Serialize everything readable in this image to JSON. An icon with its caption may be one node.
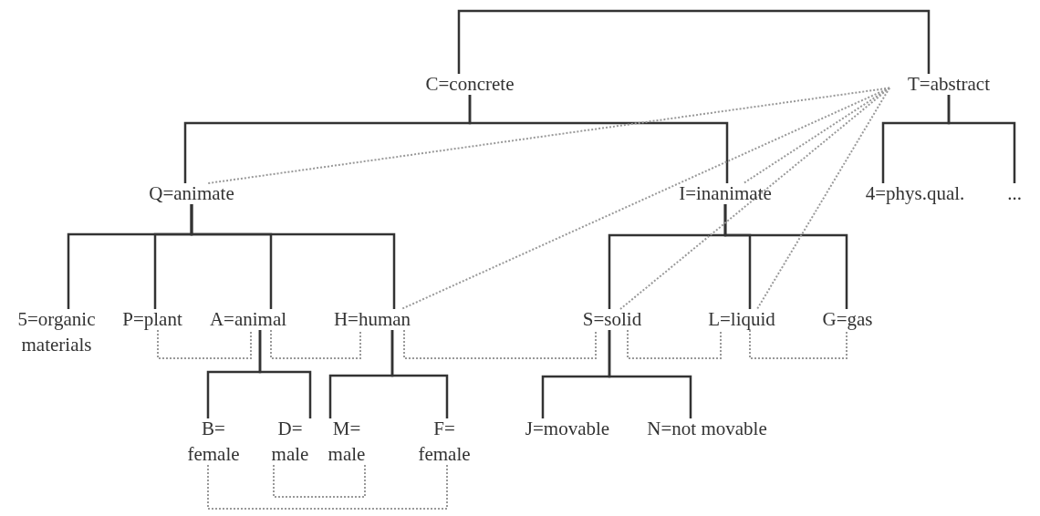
{
  "diagram": {
    "nodes": [
      {
        "text": [
          "C=concrete"
        ]
      },
      {
        "text": [
          "T=abstract"
        ]
      },
      {
        "text": [
          "Q=animate"
        ]
      },
      {
        "text": [
          "I=inanimate"
        ]
      },
      {
        "text": [
          "4=phys.qual."
        ]
      },
      {
        "text": [
          "..."
        ]
      },
      {
        "text": [
          "5=organic materials"
        ]
      },
      {
        "text": [
          "P=plant"
        ]
      },
      {
        "text": [
          "A=animal"
        ]
      },
      {
        "text": [
          "H=human"
        ]
      },
      {
        "text": [
          "S=solid"
        ]
      },
      {
        "text": [
          "L=liquid"
        ]
      },
      {
        "text": [
          "G=gas"
        ]
      },
      {
        "text": [
          "B= female"
        ]
      },
      {
        "text": [
          "D= male"
        ]
      },
      {
        "text": [
          "M= male"
        ]
      },
      {
        "text": [
          "F= female"
        ]
      },
      {
        "text": [
          "J=movable"
        ]
      },
      {
        "text": [
          "N=not movable"
        ]
      }
    ],
    "edges": [
      {
        "from": 0,
        "to": 1,
        "arrow": "none"
      },
      {
        "from": 0,
        "to": 2,
        "arrow": "none"
      },
      {
        "from": 0,
        "to": 3,
        "arrow": "none"
      },
      {
        "from": 1,
        "to": 4,
        "arrow": "none"
      },
      {
        "from": 1,
        "to": 5,
        "arrow": "none"
      },
      {
        "from": 2,
        "to": 6,
        "arrow": "none"
      },
      {
        "from": 2,
        "to": 7,
        "arrow": "none"
      },
      {
        "from": 2,
        "to": 8,
        "arrow": "none"
      },
      {
        "from": 2,
        "to": 9,
        "arrow": "none"
      },
      {
        "from": 3,
        "to": 10,
        "arrow": "none"
      },
      {
        "from": 3,
        "to": 11,
        "arrow": "none"
      },
      {
        "from": 3,
        "to": 12,
        "arrow": "none"
      },
      {
        "from": 8,
        "to": 13,
        "arrow": "none"
      },
      {
        "from": 8,
        "to": 14,
        "arrow": "none"
      },
      {
        "from": 9,
        "to": 15,
        "arrow": "none"
      },
      {
        "from": 9,
        "to": 16,
        "arrow": "none"
      },
      {
        "from": 10,
        "to": 17,
        "arrow": "none"
      },
      {
        "from": 10,
        "to": 18,
        "arrow": "none"
      },
      {
        "from": 1,
        "to": 2,
        "arrow": "none",
        "style": "dashed",
        "color": "#999999"
      },
      {
        "from": 1,
        "to": 9,
        "arrow": "none",
        "style": "dashed",
        "color": "#999999"
      },
      {
        "from": 1,
        "to": 3,
        "arrow": "none",
        "style": "dashed",
        "color": "#999999"
      },
      {
        "from": 1,
        "to": 10,
        "arrow": "none",
        "style": "dashed",
        "color": "#999999"
      },
      {
        "from": 1,
        "to": 11,
        "arrow": "none",
        "style": "dashed",
        "color": "#999999"
      },
      {
        "from": 7,
        "to": 8,
        "arrow": "none",
        "style": "dashed",
        "color": "#999999"
      },
      {
        "from": 8,
        "to": 9,
        "arrow": "none",
        "style": "dashed",
        "color": "#999999"
      },
      {
        "from": 9,
        "to": 10,
        "arrow": "none",
        "style": "dashed",
        "color": "#999999"
      },
      {
        "from": 10,
        "to": 11,
        "arrow": "none",
        "style": "dashed",
        "color": "#999999"
      },
      {
        "from": 11,
        "to": 12,
        "arrow": "none",
        "style": "dashed",
        "color": "#999999"
      },
      {
        "from": 13,
        "to": 16,
        "arrow": "none",
        "style": "dashed",
        "color": "#999999"
      },
      {
        "from": 14,
        "to": 15,
        "arrow": "none",
        "style": "dashed",
        "color": "#999999"
      }
    ]
  }
}
